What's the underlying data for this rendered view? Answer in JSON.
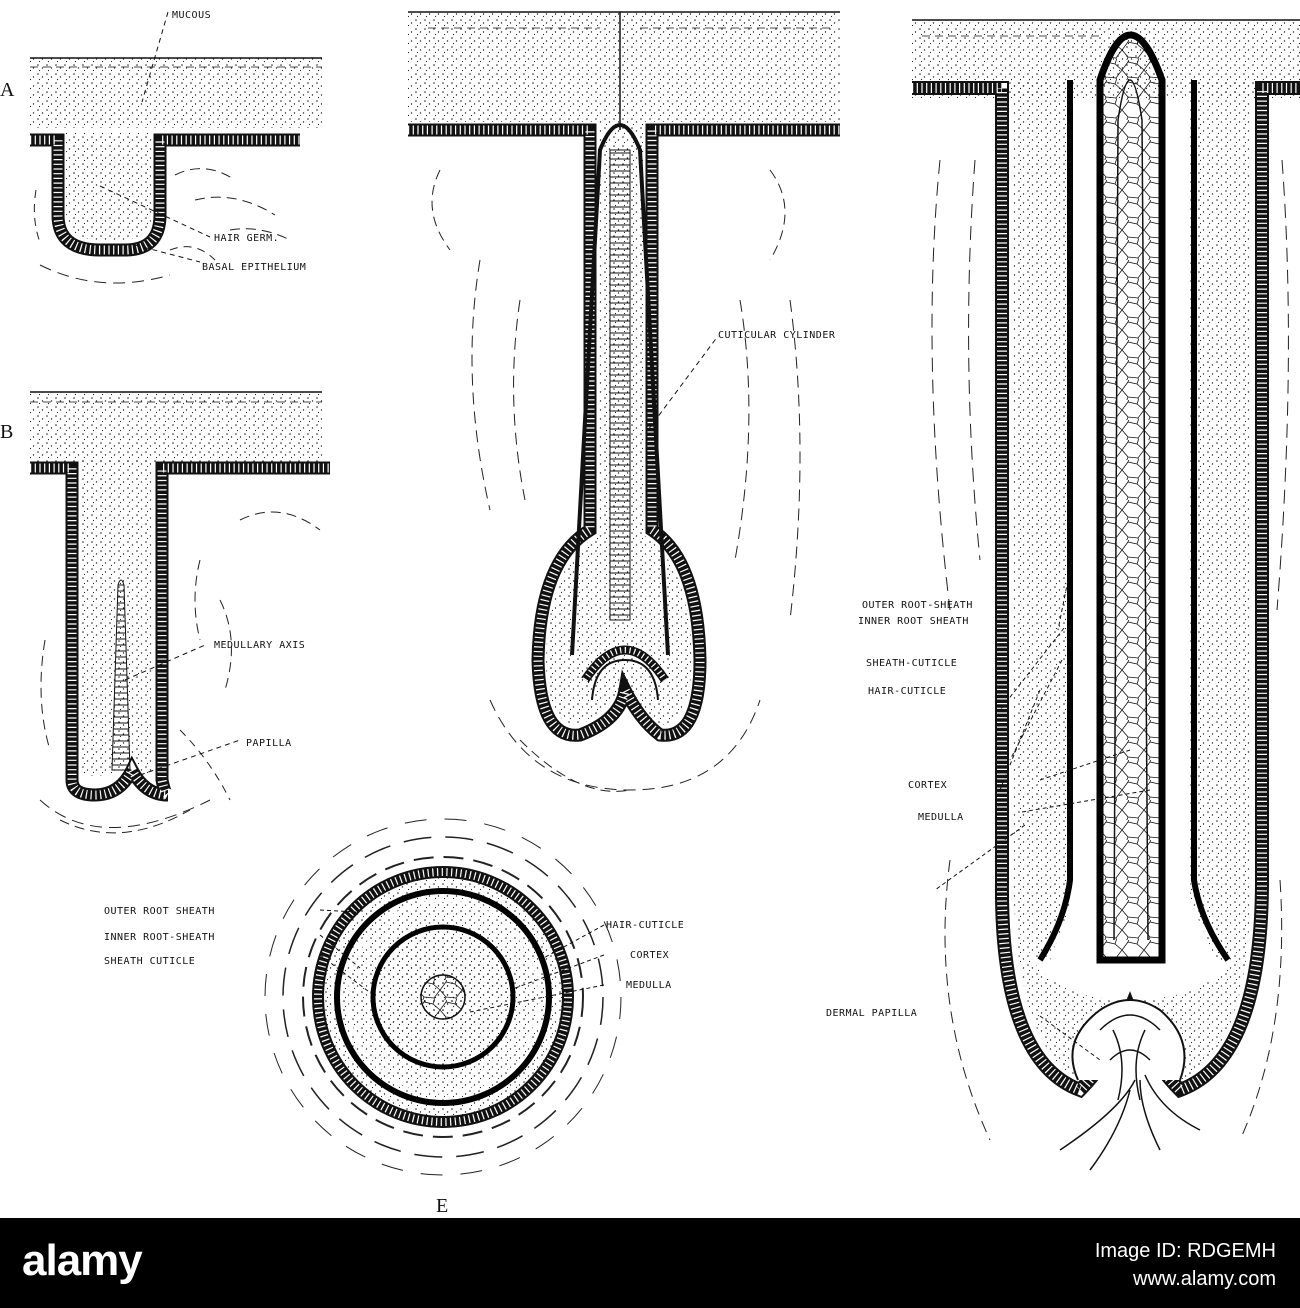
{
  "panels": [
    "A",
    "B",
    "E"
  ],
  "labels": {
    "mucous": "MUCOUS",
    "hair_germ": "HAIR GERM.",
    "basal_epithelium": "BASAL EPITHELIUM",
    "cuticular_cylinder": "CUTICULAR CYLINDER",
    "medullary_axis": "MEDULLARY AXIS",
    "papilla": "PAPILLA",
    "outer_root_sheath_d": "OUTER ROOT-SHEATH",
    "inner_root_sheath_d": "INNER ROOT SHEATH",
    "sheath_cuticle_d": "SHEATH-CUTICLE",
    "hair_cuticle_d": "HAIR-CUTICLE",
    "cortex_d": "CORTEX",
    "medulla_d": "MEDULLA",
    "dermal_papilla": "DERMAL PAPILLA",
    "outer_root_sheath_e": "OUTER ROOT SHEATH",
    "inner_root_sheath_e": "INNER ROOT-SHEATH",
    "sheath_cuticle_e": "SHEATH CUTICLE",
    "hair_cuticle_e": "HAIR-CUTICLE",
    "cortex_e": "CORTEX",
    "medulla_e": "MEDULLA"
  },
  "footer": {
    "brand": "alamy",
    "image_id": "Image ID: RDGEMH",
    "url": "www.alamy.com"
  }
}
